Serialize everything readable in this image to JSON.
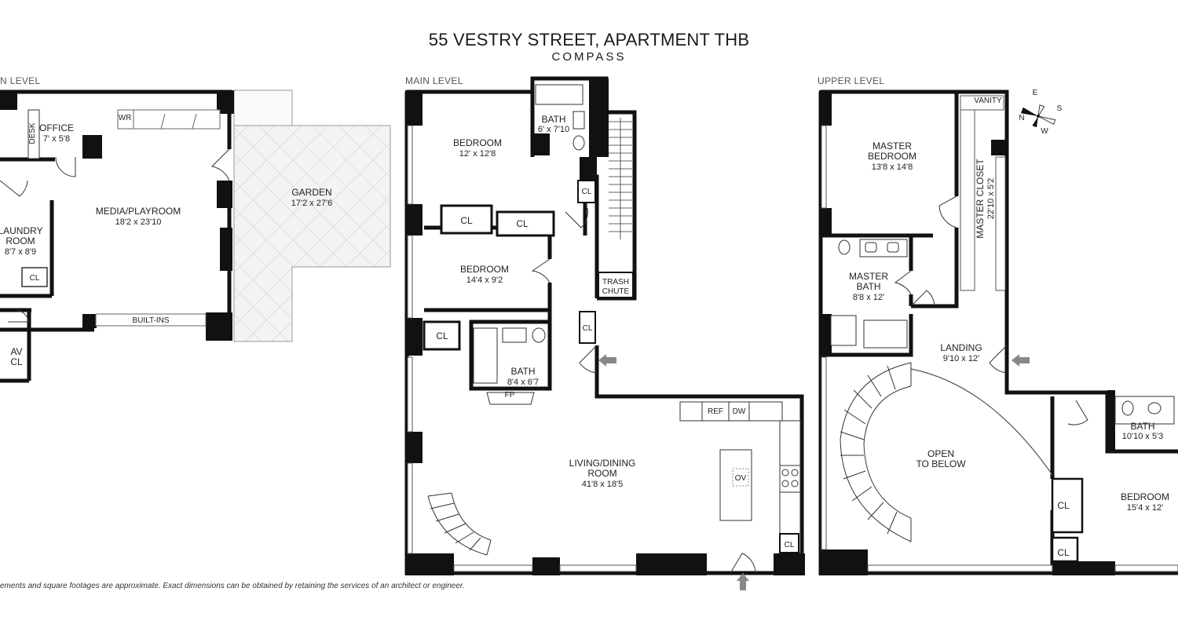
{
  "header": {
    "title": "55 VESTRY STREET, APARTMENT THB",
    "brand": "COMPASS"
  },
  "levels": {
    "lower": "N LEVEL",
    "main": "MAIN LEVEL",
    "upper": "UPPER LEVEL"
  },
  "rooms": {
    "office": {
      "name": "OFFICE",
      "dim": "7' x 5'8"
    },
    "media": {
      "name": "MEDIA/PLAYROOM",
      "dim": "18'2 x 23'10"
    },
    "laundry": {
      "name1": "LAUNDRY",
      "name2": "ROOM",
      "dim": "8'7 x 8'9"
    },
    "garden": {
      "name": "GARDEN",
      "dim": "17'2 x 27'6"
    },
    "av": {
      "name1": "AV",
      "name2": "CL"
    },
    "bedroom1": {
      "name": "BEDROOM",
      "dim": "12' x 12'8"
    },
    "bath1": {
      "name": "BATH",
      "dim": "6' x 7'10"
    },
    "bedroom2": {
      "name": "BEDROOM",
      "dim": "14'4 x 9'2"
    },
    "bath2": {
      "name": "BATH",
      "dim": "8'4 x 6'7"
    },
    "living": {
      "name1": "LIVING/DINING",
      "name2": "ROOM",
      "dim": "41'8 x 18'5"
    },
    "master_bedroom": {
      "name1": "MASTER",
      "name2": "BEDROOM",
      "dim": "13'8 x 14'8"
    },
    "master_closet": {
      "name": "MASTER CLOSET",
      "dim": "22'10 x 5'2"
    },
    "master_bath": {
      "name1": "MASTER",
      "name2": "BATH",
      "dim": "8'8 x 12'"
    },
    "landing": {
      "name": "LANDING",
      "dim": "9'10 x 12'"
    },
    "open_below": {
      "name1": "OPEN",
      "name2": "TO BELOW"
    },
    "bath3": {
      "name": "BATH",
      "dim": "10'10 x 5'3"
    },
    "bedroom3": {
      "name": "BEDROOM",
      "dim": "15'4 x 12'"
    }
  },
  "fixtures": {
    "desk": "DESK",
    "wr": "WR",
    "cl": "CL",
    "builtins": "BUILT-INS",
    "trash1": "TRASH",
    "trash2": "CHUTE",
    "fp": "FP",
    "ref": "REF",
    "dw": "DW",
    "ov": "OV",
    "vanity": "VANITY"
  },
  "compass": {
    "n": "N",
    "e": "E",
    "s": "S",
    "w": "W"
  },
  "footer": {
    "disclaimer": "ements and square footages are approximate. Exact dimensions can be obtained by retaining the services of an architect or engineer."
  }
}
